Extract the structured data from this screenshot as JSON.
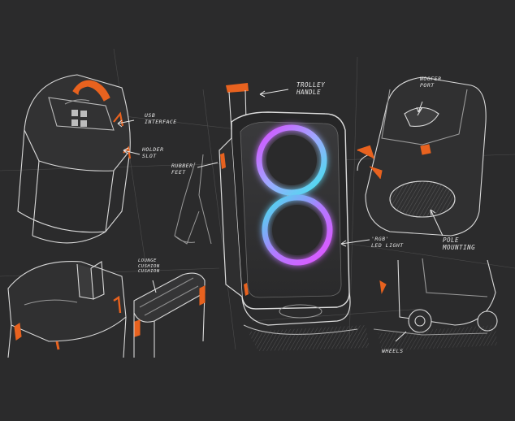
{
  "colors": {
    "background": "#2b2b2c",
    "line": "#d9d9d9",
    "accent_orange": "#e8621f",
    "ring_cyan": "#3ee6ec",
    "ring_magenta": "#d84bff"
  },
  "annotations": {
    "usb_interface": "USB\nINTERFACE",
    "holder_slot": "HOLDER\nSLOT",
    "trolley_handle": "TROLLEY\nHANDLE",
    "rubber_feet": "RUBBER\nFEET",
    "woofer_port": "WOOFER\nPORT",
    "pole_mounting": "POLE\nMOUNTING",
    "rgb_led_light": "'RGB'\nLED LIGHT",
    "handle_cushion": "LOUNGE\nCUSHION\nCUSHION",
    "wheels": "WHEELS"
  }
}
